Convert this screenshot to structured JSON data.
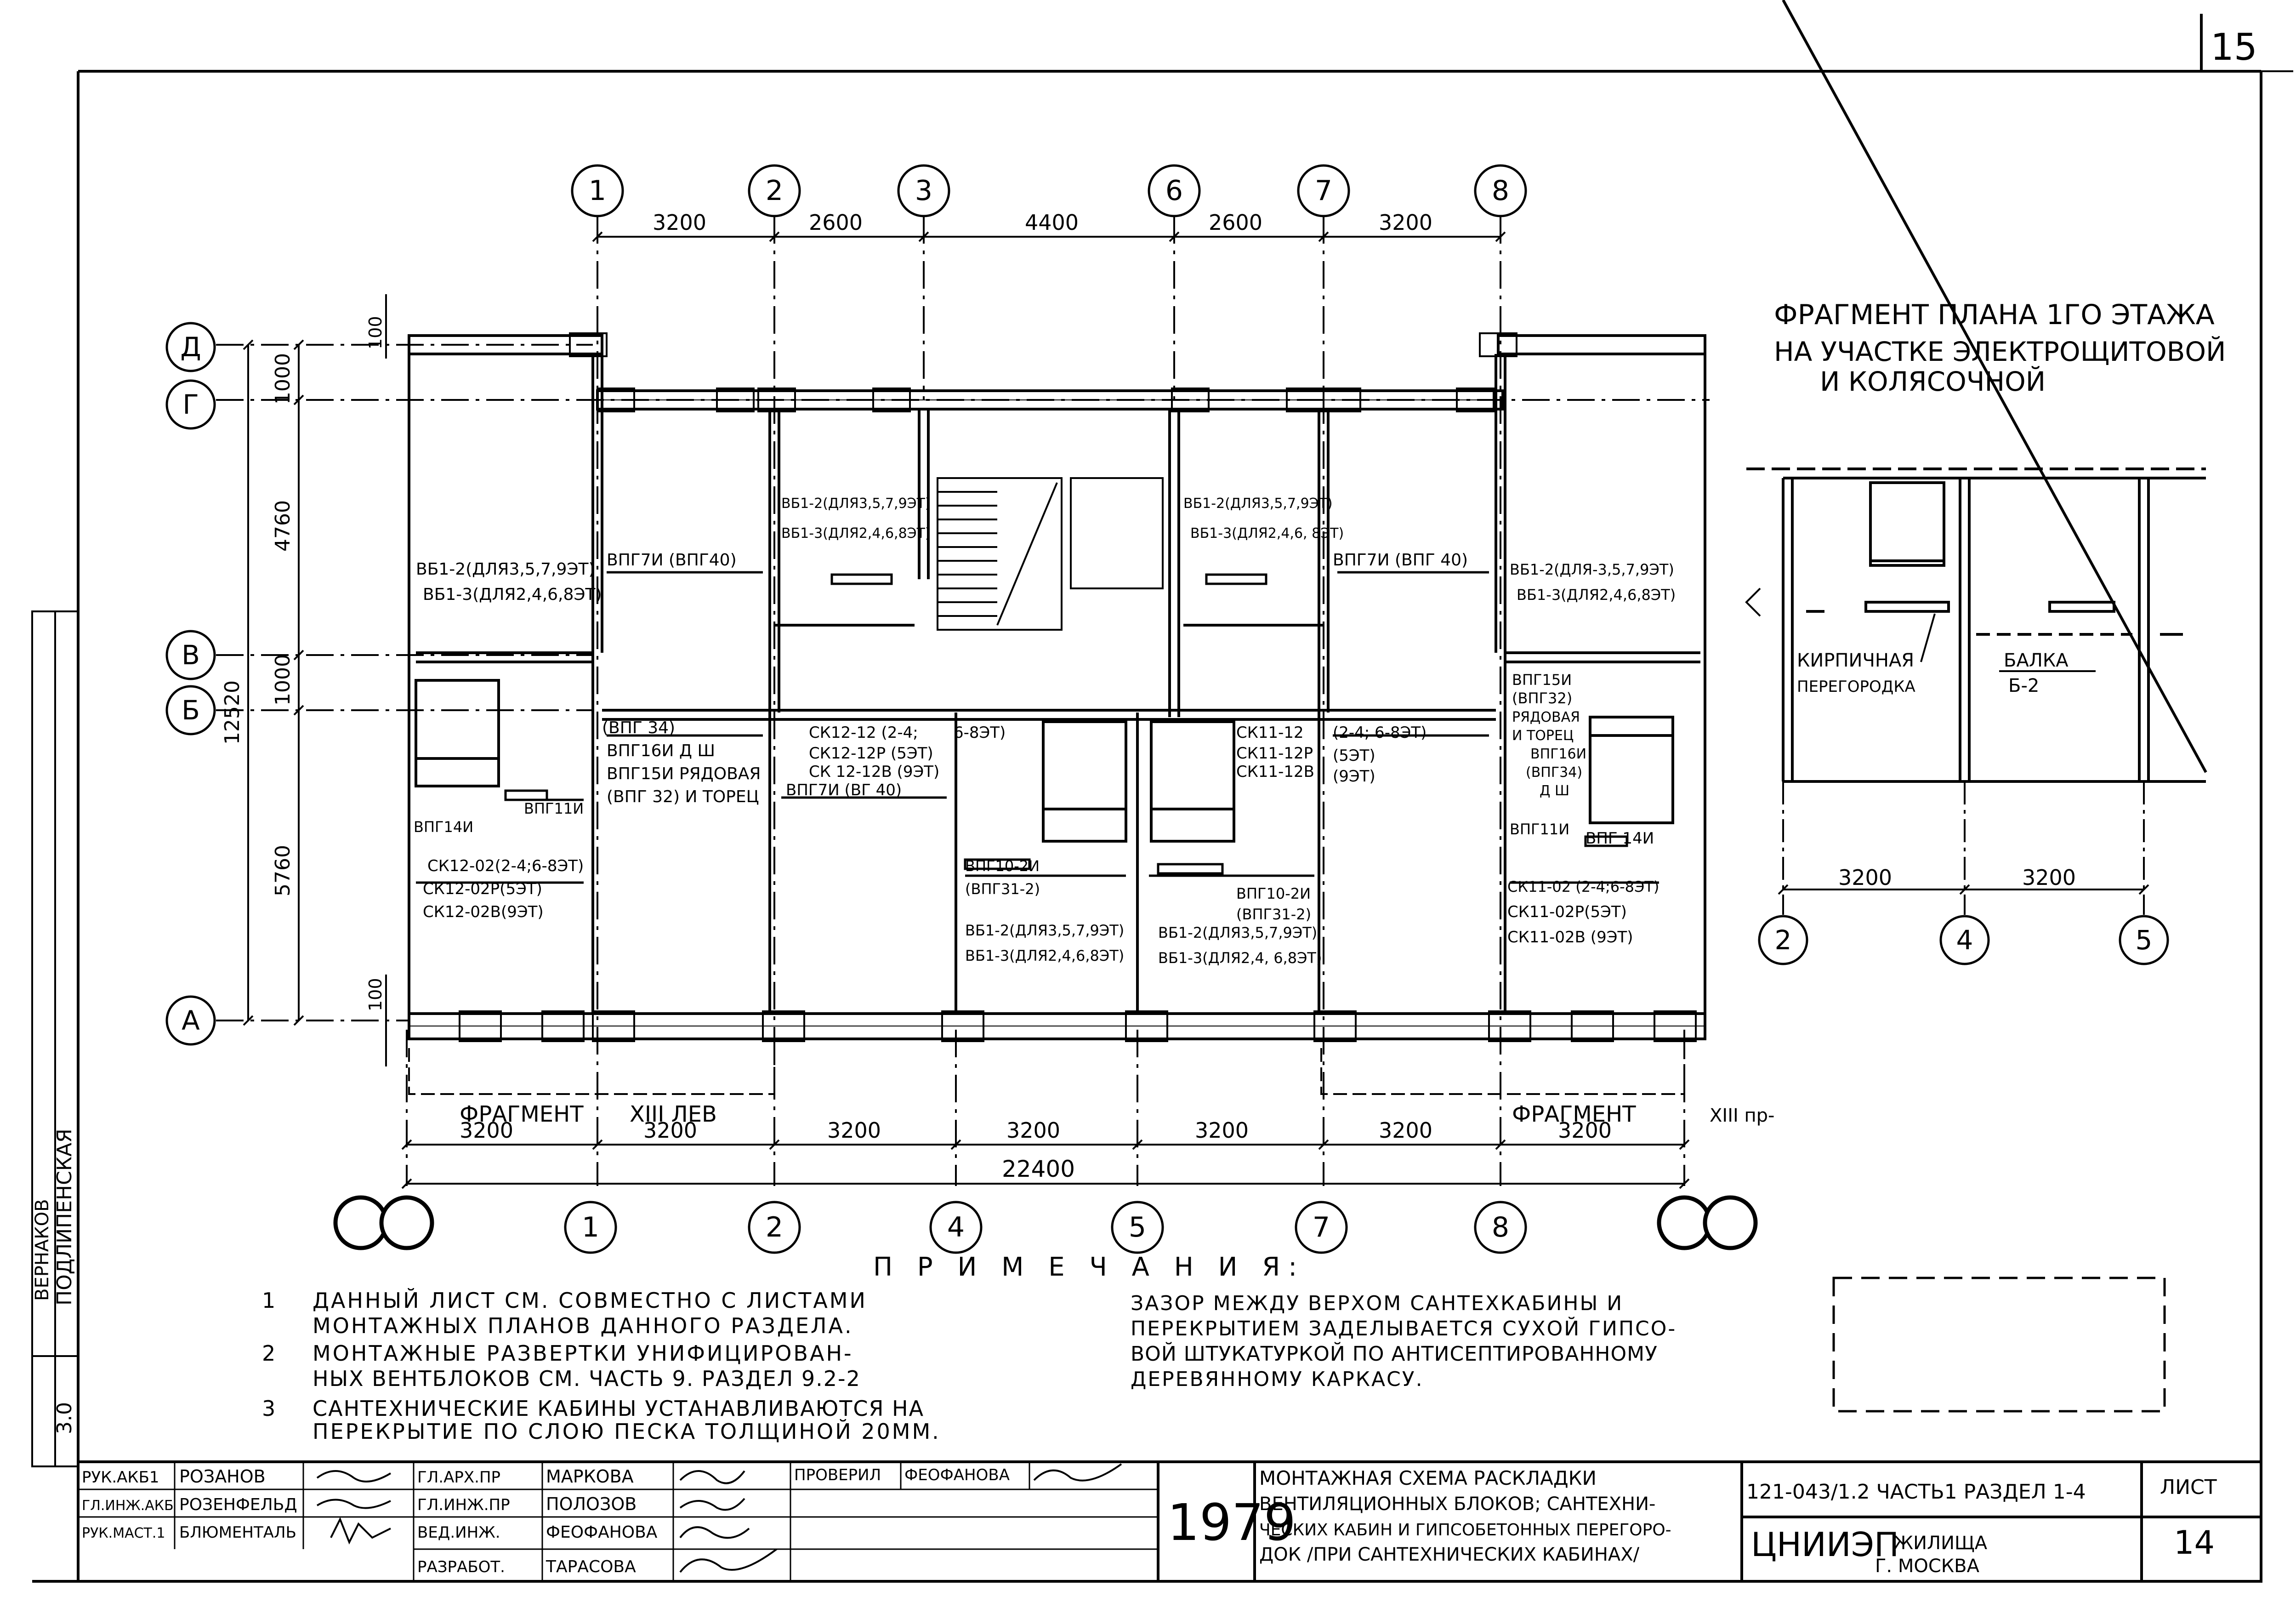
{
  "sheet_number": "15",
  "fragment_title": [
    "ФРАГМЕНТ ПЛАНА 1ГО ЭТАЖА",
    "НА УЧАСТКЕ ЭЛЕКТРОЩИТОВОЙ",
    "И КОЛЯСОЧНОЙ"
  ],
  "axes_top": [
    "1",
    "2",
    "3",
    "6",
    "7",
    "8"
  ],
  "axes_bottom": [
    "1",
    "2",
    "4",
    "5",
    "7",
    "8"
  ],
  "axes_left": [
    "Д",
    "Г",
    "В",
    "Б",
    "А"
  ],
  "dims_top": [
    "3200",
    "2600",
    "4400",
    "2600",
    "3200"
  ],
  "dims_bottom": [
    "3200",
    "3200",
    "3200",
    "3200",
    "3200",
    "3200",
    "3200"
  ],
  "dim_total": "22400",
  "dims_left": [
    "1000",
    "4760",
    "1000",
    "5760",
    "100",
    "100",
    "12520"
  ],
  "fragment_labels": {
    "left": "ФРАГМЕНТ",
    "left_num": "XIII ЛЕВ",
    "right": "ФРАГМЕНТ",
    "right_num": "XIII пр-"
  },
  "plan_labels": {
    "l1": "ВБ1-2(ДЛЯ3,5,7,9ЭТ)",
    "l2": "ВБ1-3(ДЛЯ2,4,6,8ЭТ)",
    "l3": "ВПГ7И (ВПГ40)",
    "l4": "ВБ1-2(ДЛЯ3,5,7,9ЭТ)",
    "l5": "ВБ1-3(ДЛЯ2,4,6,8ЭТ)",
    "l6": "ВБ1-2(ДЛЯ3,5,7,9ЭТ)",
    "l7": "ВБ1-3(ДЛЯ2,4,6, 8ЭТ)",
    "l8": "ВПГ7И (ВПГ 40)",
    "l9": "ВБ1-2(ДЛЯ-3,5,7,9ЭТ)",
    "l10": "ВБ1-3(ДЛЯ2,4,6,8ЭТ)",
    "l11": "(ВПГ 34)",
    "l12": "ВПГ16И Д Ш",
    "l13": "ВПГ15И РЯДОВАЯ",
    "l14": "(ВПГ 32) И ТОРЕЦ",
    "l15": "ВПГ11И",
    "l16": "ВПГ14И",
    "l17": "СК12-02(2-4;6-8ЭТ)",
    "l18": "СК12-02Р(5ЭТ)",
    "l19": "СК12-02В(9ЭТ)",
    "l20": "СК12-12 (2-4;",
    "l21": "СК12-12Р (5ЭТ)",
    "l22": "СК 12-12В (9ЭТ)",
    "l23": "ВПГ7И (ВГ 40)",
    "l24": "6-8ЭТ)",
    "l25": "ВПГ10-2И",
    "l26": "(ВПГ31-2)",
    "l27": "ВБ1-2(ДЛЯ3,5,7,9ЭТ)",
    "l28": "ВБ1-3(ДЛЯ2,4,6,8ЭТ)",
    "l29": "СК11-12",
    "l30": "СК11-12Р",
    "l31": "СК11-12В",
    "l32": "(2-4; 6-8ЭТ)",
    "l33": "(5ЭТ)",
    "l34": "(9ЭТ)",
    "l35": "ВПГ10-2И",
    "l36": "(ВПГ31-2)",
    "l37": "ВБ1-2(ДЛЯ3,5,7,9ЭТ)",
    "l38": "ВБ1-3(ДЛЯ2,4, 6,8ЭТ)",
    "l39": "ВПГ15И",
    "l40": "(ВПГ32)",
    "l41": "РЯДОВАЯ",
    "l42": "И ТОРЕЦ",
    "l43": "ВПГ16И",
    "l44": "(ВПГ34)",
    "l45": "Д Ш",
    "l46": "ВПГ11И",
    "l47": "ВПГ 14И",
    "l48": "СК11-02 (2-4;6-8ЭТ)",
    "l49": "СК11-02Р(5ЭТ)",
    "l50": "СК11-02В (9ЭТ)"
  },
  "fragment_detail": {
    "brick": [
      "КИРПИЧНАЯ",
      "ПЕРЕГОРОДКА"
    ],
    "beam": [
      "БАЛКА",
      "Б-2"
    ],
    "dims": [
      "3200",
      "3200"
    ],
    "axes": [
      "2",
      "4",
      "5"
    ]
  },
  "notes": {
    "heading": "П Р И М Е Ч А Н И Я:",
    "items": [
      {
        "n": "1",
        "lines": [
          "ДАННЫЙ ЛИСТ СМ. СОВМЕСТНО С ЛИСТАМИ",
          "МОНТАЖНЫХ ПЛАНОВ ДАННОГО РАЗДЕЛА."
        ]
      },
      {
        "n": "2",
        "lines": [
          "МОНТАЖНЫЕ РАЗВЕРТКИ УНИФИЦИРОВАН-",
          "НЫХ ВЕНТБЛОКОВ СМ. ЧАСТЬ 9. РАЗДЕЛ 9.2-2"
        ]
      },
      {
        "n": "3",
        "lines": [
          "САНТЕХНИЧЕСКИЕ КАБИНЫ УСТАНАВЛИВАЮТСЯ НА",
          "ПЕРЕКРЫТИЕ ПО СЛОЮ ПЕСКА ТОЛЩИНОЙ 20ММ."
        ]
      }
    ],
    "right": [
      "ЗАЗОР МЕЖДУ ВЕРХОМ САНТЕХКАБИНЫ И",
      "ПЕРЕКРЫТИЕМ ЗАДЕЛЫВАЕТСЯ СУХОЙ ГИПСО-",
      "ВОЙ ШТУКАТУРКОЙ ПО АНТИСЕПТИРОВАННОМУ",
      "ДЕРЕВЯННОМУ КАРКАСУ."
    ]
  },
  "left_margin": [
    "ПОДЛИПЕНСКАЯ",
    "ВЕРНАКОВ",
    "3.0"
  ],
  "title_block": {
    "r1": [
      "РУК.АКБ1",
      "РОЗАНОВ",
      "ГЛ.АРХ.ПР",
      "МАРКОВА",
      "ПРОВЕРИЛ",
      "ФЕОФАНОВА"
    ],
    "r2": [
      "ГЛ.ИНЖ.АКБ",
      "РОЗЕНФЕЛЬД",
      "ГЛ.ИНЖ.ПР",
      "ПОЛОЗОВ"
    ],
    "r3": [
      "РУК.МАСТ.1",
      "БЛЮМЕНТАЛЬ",
      "ВЕД.ИНЖ.",
      "ФЕОФАНОВА"
    ],
    "r4": [
      "РАЗРАБОТ.",
      "ТАРАСОВА"
    ],
    "year": "1979",
    "title": [
      "МОНТАЖНАЯ СХЕМА РАСКЛАДКИ",
      "ВЕНТИЛЯЦИОННЫХ БЛОКОВ; САНТЕХНИ-",
      "ЧЕСКИХ КАБИН И ГИПСОБЕТОННЫХ ПЕРЕГОРО-",
      "ДОК /ПРИ САНТЕХНИЧЕСКИХ КАБИНАХ/"
    ],
    "code": "121-043/1.2 ЧАСТЬ1 РАЗДЕЛ 1-4",
    "org": "ЦНИИЭП",
    "org2": "ЖИЛИЩА",
    "city": "Г. МОСКВА",
    "sheet_label": "ЛИСТ",
    "sheet": "14"
  }
}
